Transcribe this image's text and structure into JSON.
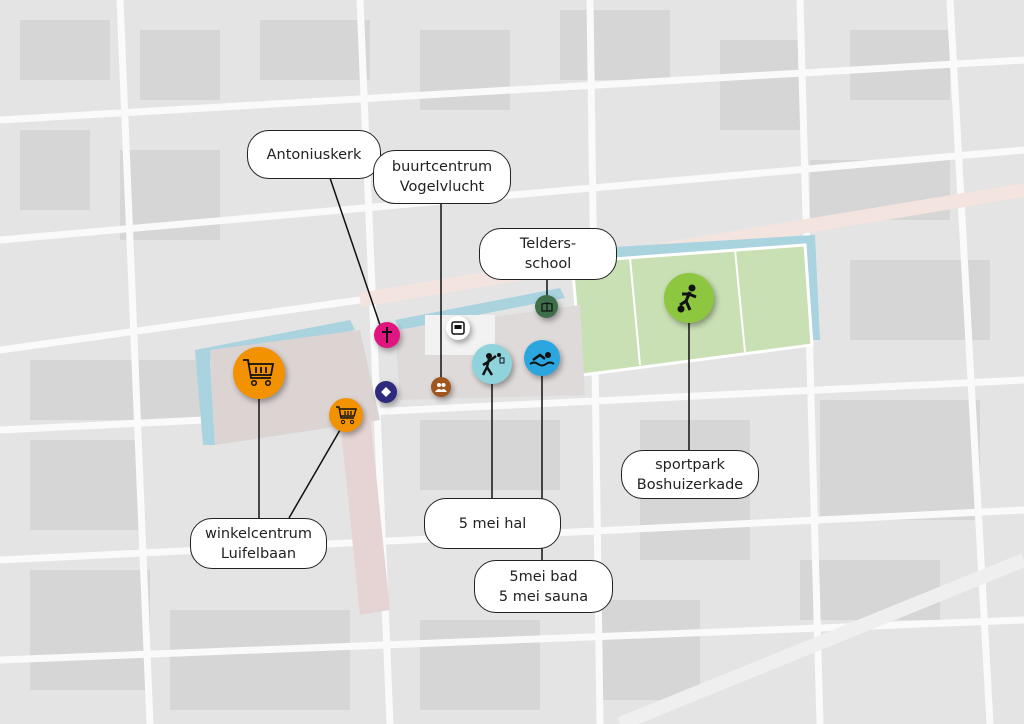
{
  "labels": {
    "antoniuskerk": "Antoniuskerk",
    "buurtcentrum_line1": "buurtcentrum",
    "buurtcentrum_line2": "Vogelvlucht",
    "telders_line1": "Telders-",
    "telders_line2": "school",
    "sportpark_line1": "sportpark",
    "sportpark_line2": "Boshuizerkade",
    "hal": "5 mei hal",
    "bad_line1": "5mei bad",
    "bad_line2": "5 mei sauna",
    "winkel_line1": "winkelcentrum",
    "winkel_line2": "Luifelbaan"
  },
  "colors": {
    "church": "#e0157f",
    "shop": "#f39200",
    "community": "#a0561e",
    "police": "#2e2a7c",
    "school": "#3f6e4a",
    "sport_hall": "#8fd3dd",
    "pool": "#2ba6de",
    "football": "#8dc63f"
  }
}
